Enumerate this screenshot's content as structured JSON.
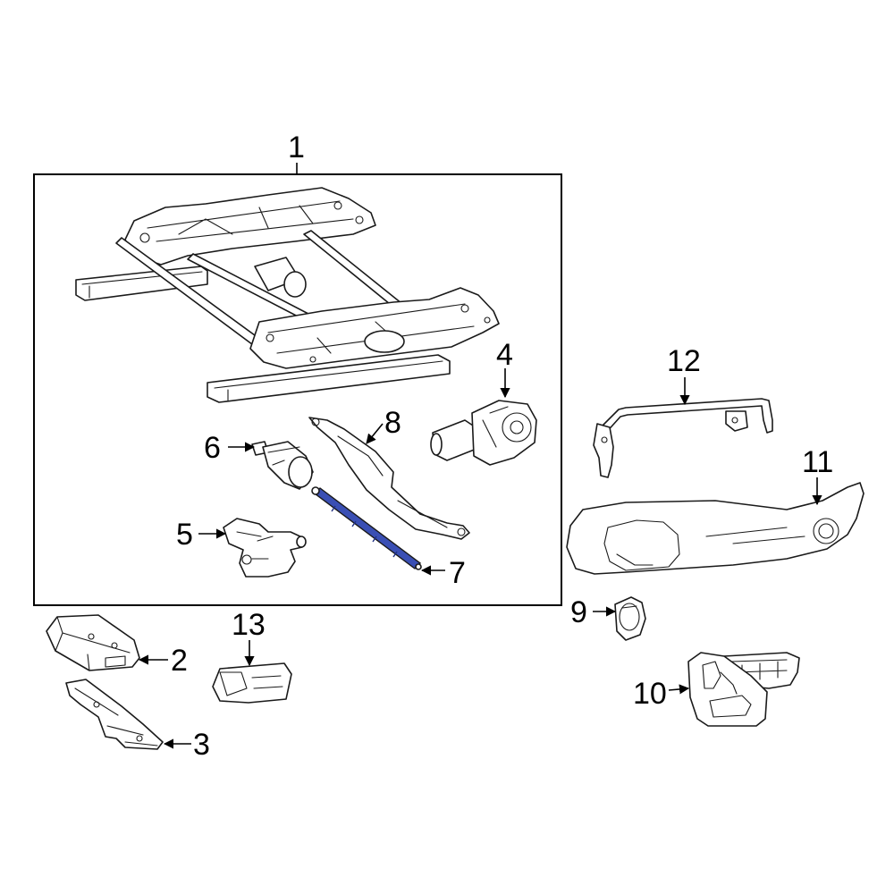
{
  "colors": {
    "line": "#1a1a1a",
    "highlight": "#3a4fb4",
    "highlight_dark": "#1f2f82",
    "background": "#ffffff"
  },
  "callouts": [
    {
      "id": "1",
      "label": "1",
      "part": "seat-frame-assembly"
    },
    {
      "id": "2",
      "label": "2",
      "part": "control-module"
    },
    {
      "id": "3",
      "label": "3",
      "part": "module-bracket"
    },
    {
      "id": "4",
      "label": "4",
      "part": "adjuster-motor"
    },
    {
      "id": "5",
      "label": "5",
      "part": "height-motor"
    },
    {
      "id": "6",
      "label": "6",
      "part": "recline-motor"
    },
    {
      "id": "7",
      "label": "7",
      "part": "drive-cable",
      "highlighted": true
    },
    {
      "id": "8",
      "label": "8",
      "part": "track-bracket"
    },
    {
      "id": "9",
      "label": "9",
      "part": "switch-knob"
    },
    {
      "id": "10",
      "label": "10",
      "part": "switch-assembly"
    },
    {
      "id": "11",
      "label": "11",
      "part": "outer-trim-shield"
    },
    {
      "id": "12",
      "label": "12",
      "part": "wire-harness-rod"
    },
    {
      "id": "13",
      "label": "13",
      "part": "cover-cap"
    }
  ]
}
